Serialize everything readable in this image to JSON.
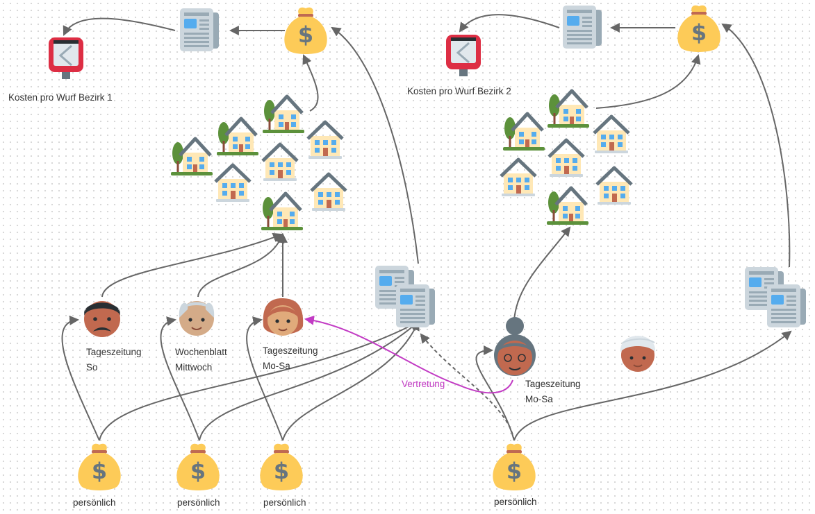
{
  "districts": [
    {
      "cost_label": "Kosten pro Wurf Bezirk 1"
    },
    {
      "cost_label": "Kosten pro Wurf Bezirk 2"
    }
  ],
  "carriers": [
    {
      "line1": "Tageszeitung",
      "line2": "So"
    },
    {
      "line1": "Wochenblatt",
      "line2": "Mittwoch"
    },
    {
      "line1": "Tageszeitung",
      "line2": "Mo-Sa"
    },
    {
      "line1": "Tageszeitung",
      "line2": "Mo-Sa"
    }
  ],
  "payments": [
    {
      "label": "persönlich"
    },
    {
      "label": "persönlich"
    },
    {
      "label": "persönlich"
    },
    {
      "label": "persönlich"
    }
  ],
  "substitution_label": "Vertretung",
  "icons": [
    "moneybag-icon",
    "newspaper-icon",
    "mailbox-icon",
    "house-icon",
    "house-with-tree-icon",
    "person-icon",
    "newspaper-stack-icon"
  ],
  "colors": {
    "arrow": "#666666",
    "substitution": "#c23bc4",
    "moneybag": "#FDCB58",
    "house_wall": "#FFE8B6",
    "roof": "#66757F",
    "window": "#55ACEE",
    "door": "#C1694F",
    "grass": "#5C913B",
    "mailbox": "#DD2E44"
  }
}
